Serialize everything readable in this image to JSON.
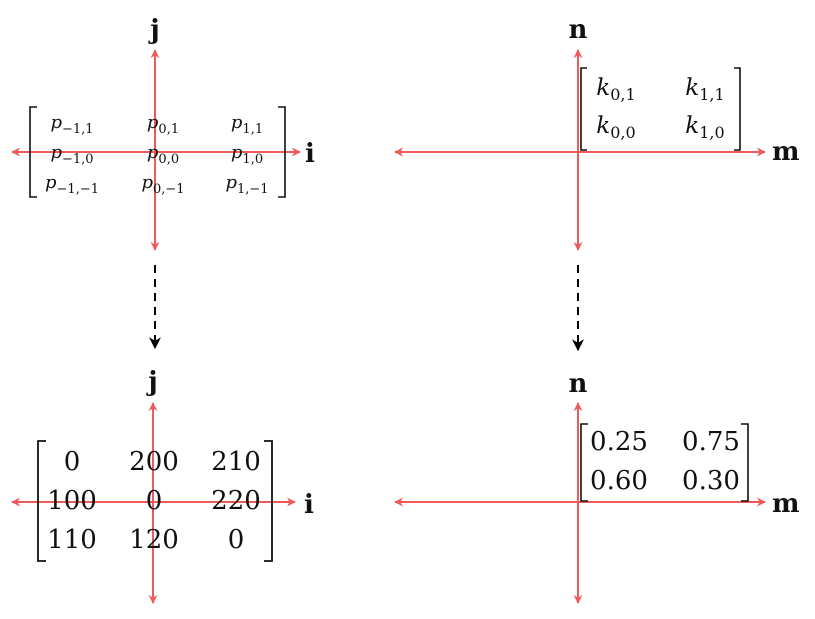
{
  "colors": {
    "axis": "#f05a5a",
    "text": "#111111",
    "connector": "#000000"
  },
  "panels": {
    "top_left": {
      "x_label": "i",
      "y_label": "j",
      "rows": [
        [
          {
            "base": "p",
            "sub": "−1,1"
          },
          {
            "base": "p",
            "sub": "0,1"
          },
          {
            "base": "p",
            "sub": "1,1"
          }
        ],
        [
          {
            "base": "p",
            "sub": "−1,0"
          },
          {
            "base": "p",
            "sub": "0,0"
          },
          {
            "base": "p",
            "sub": "1,0"
          }
        ],
        [
          {
            "base": "p",
            "sub": "−1,−1"
          },
          {
            "base": "p",
            "sub": "0,−1"
          },
          {
            "base": "p",
            "sub": "1,−1"
          }
        ]
      ]
    },
    "top_right": {
      "x_label": "m",
      "y_label": "n",
      "rows": [
        [
          {
            "base": "k",
            "sub": "0,1"
          },
          {
            "base": "k",
            "sub": "1,1"
          }
        ],
        [
          {
            "base": "k",
            "sub": "0,0"
          },
          {
            "base": "k",
            "sub": "1,0"
          }
        ]
      ]
    },
    "bottom_left": {
      "x_label": "i",
      "y_label": "j",
      "rows": [
        [
          "0",
          "200",
          "210"
        ],
        [
          "100",
          "0",
          "220"
        ],
        [
          "110",
          "120",
          "0"
        ]
      ]
    },
    "bottom_right": {
      "x_label": "m",
      "y_label": "n",
      "rows": [
        [
          "0.25",
          "0.75"
        ],
        [
          "0.60",
          "0.30"
        ]
      ]
    }
  }
}
